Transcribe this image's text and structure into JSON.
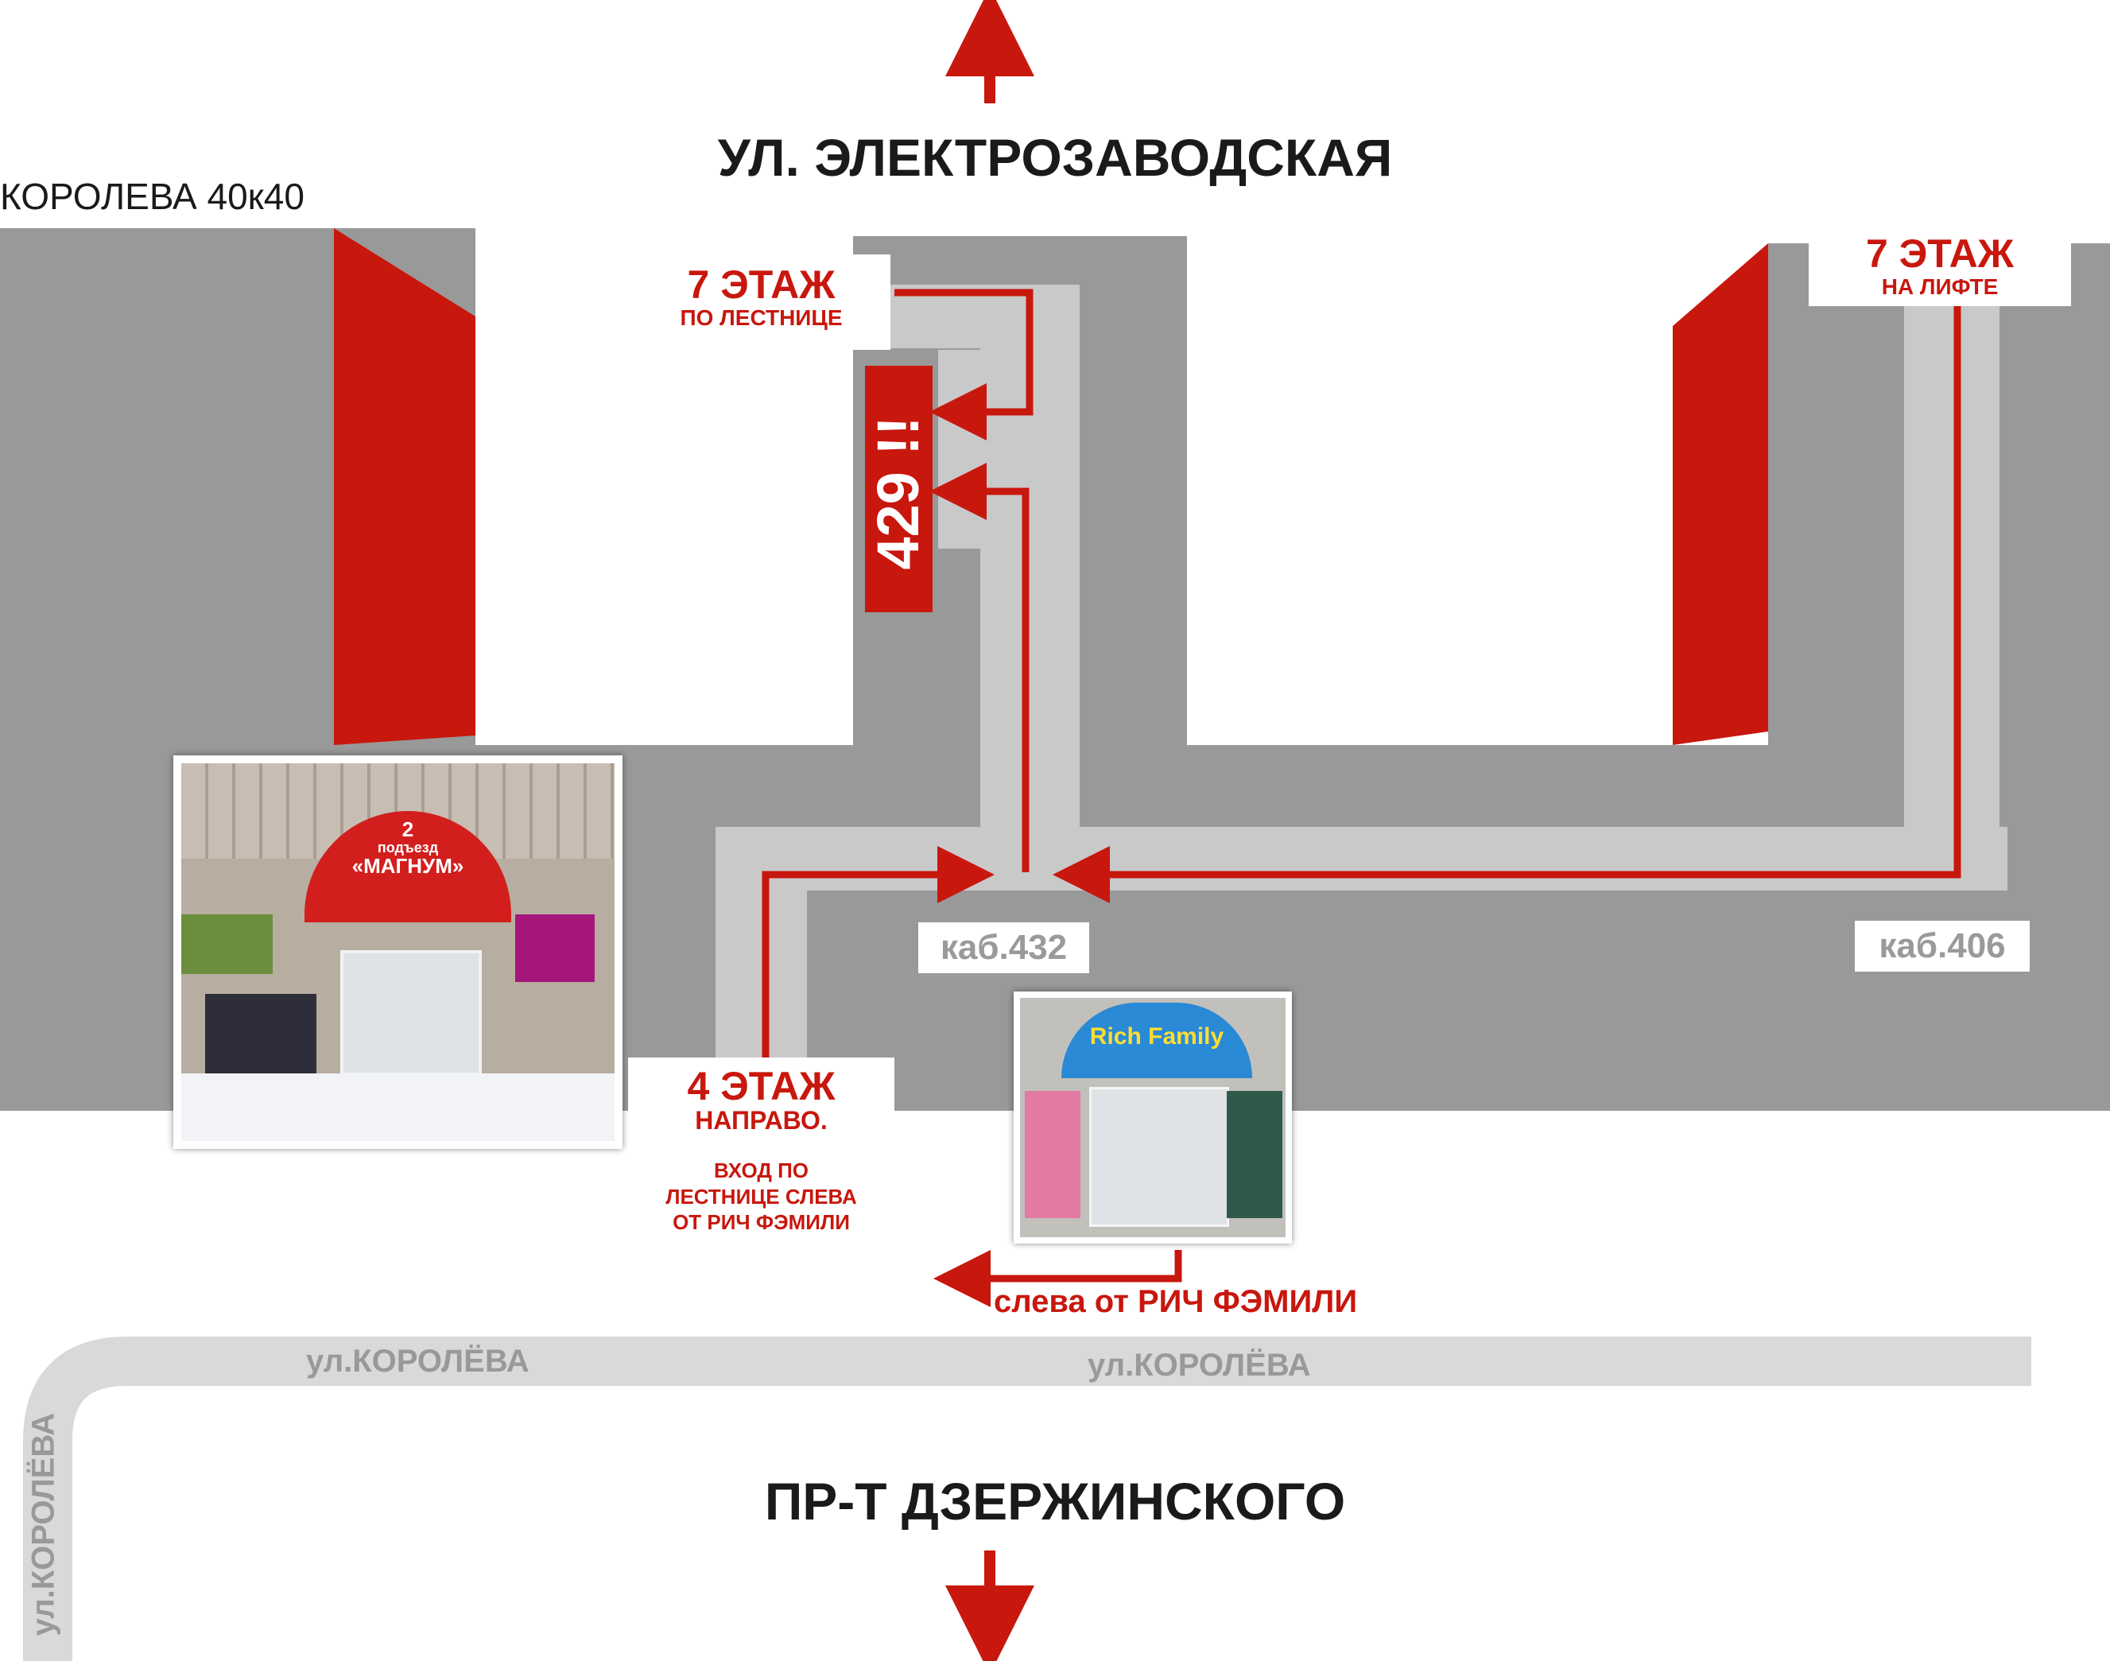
{
  "title": "",
  "streets": {
    "top": "УЛ. ЭЛЕКТРОЗАВОДСКАЯ",
    "bottom": "ПР-Т ДЗЕРЖИНСКОГО",
    "side_road_1": "ул.КОРОЛЁВА",
    "side_road_2": "ул.КОРОЛЁВА",
    "side_road_vertical": "ул.КОРОЛЁВА"
  },
  "address": "КОРОЛЕВА 40к40",
  "labels": {
    "stairs_floor": "7 ЭТАЖ",
    "stairs_sub": "ПО ЛЕСТНИЦЕ",
    "lift_floor": "7 ЭТАЖ",
    "lift_sub": "НА ЛИФТЕ",
    "room_429": "429 !!",
    "room_432": "каб.432",
    "room_406": "каб.406",
    "floor4_title": "4 ЭТАЖ",
    "floor4_sub": "НАПРАВО.",
    "floor4_note": "ВХОД ПО ЛЕСТНИЦЕ СЛЕВА ОТ РИЧ ФЭМИЛИ",
    "left_of_rich": "слева от РИЧ ФЭМИЛИ"
  },
  "photos": {
    "entrance_2": {
      "sign_line1": "2",
      "sign_line2": "подъезд",
      "sign_line3": "«МАГНУМ»"
    },
    "rich_family": {
      "sign": "Rich Family"
    }
  },
  "colors": {
    "building": "#999999",
    "corridor": "#c9c9c9",
    "accent_red": "#c8170d",
    "background": "#ffffff"
  }
}
